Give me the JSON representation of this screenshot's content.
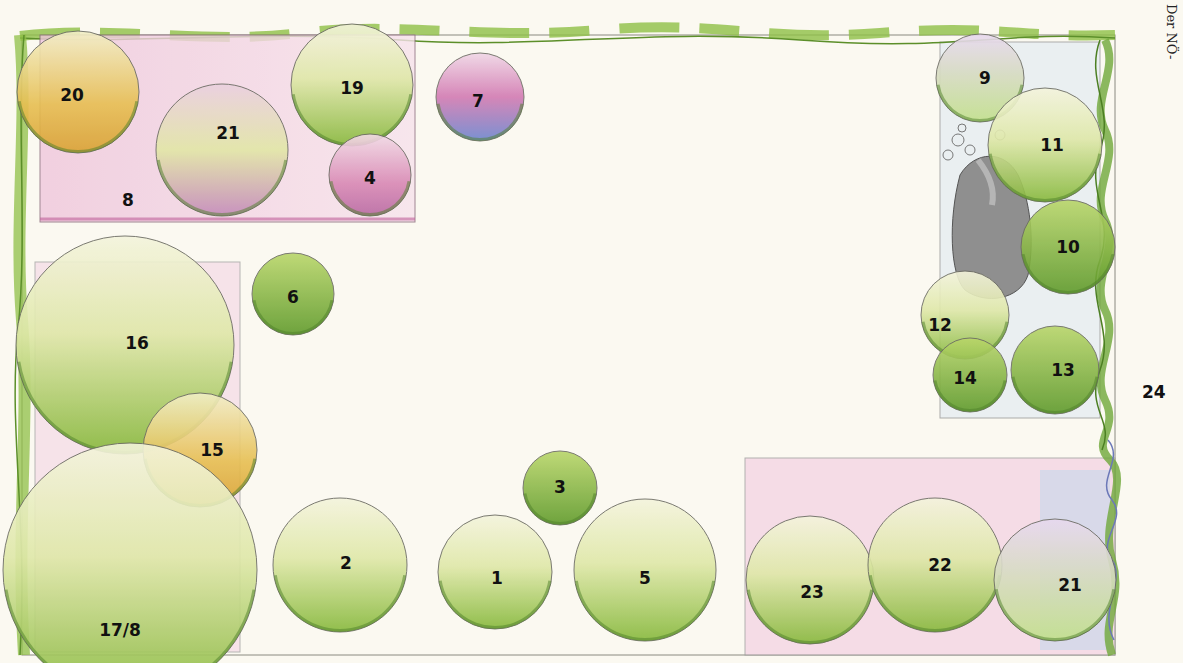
{
  "diagram": {
    "nodes": [
      {
        "text": [
          "8"
        ]
      },
      {
        "text": [
          "20"
        ],
        "in": 0
      },
      {
        "text": [
          "21"
        ],
        "in": 0
      },
      {
        "text": [
          "19"
        ],
        "in": 0
      },
      {
        "text": [
          "4"
        ],
        "in": 0
      },
      {
        "text": [
          "7"
        ]
      },
      {
        "text": [
          "9"
        ]
      },
      {
        "text": [
          "11"
        ]
      },
      {
        "text": [
          "10"
        ]
      },
      {
        "text": [
          "12"
        ]
      },
      {
        "text": [
          "14"
        ]
      },
      {
        "text": [
          "13"
        ]
      },
      {
        "text": [
          "6"
        ]
      },
      {
        "text": [
          "16"
        ]
      },
      {
        "text": [
          "15"
        ]
      },
      {
        "text": [
          "17/8"
        ]
      },
      {
        "text": [
          "2"
        ]
      },
      {
        "text": [
          "1"
        ]
      },
      {
        "text": [
          "3"
        ]
      },
      {
        "text": [
          "5"
        ]
      },
      {
        "text": [
          "23"
        ]
      },
      {
        "text": [
          "22"
        ]
      },
      {
        "text": [
          "21"
        ]
      }
    ],
    "labels": [
      "24",
      "Der NÖ-"
    ]
  }
}
